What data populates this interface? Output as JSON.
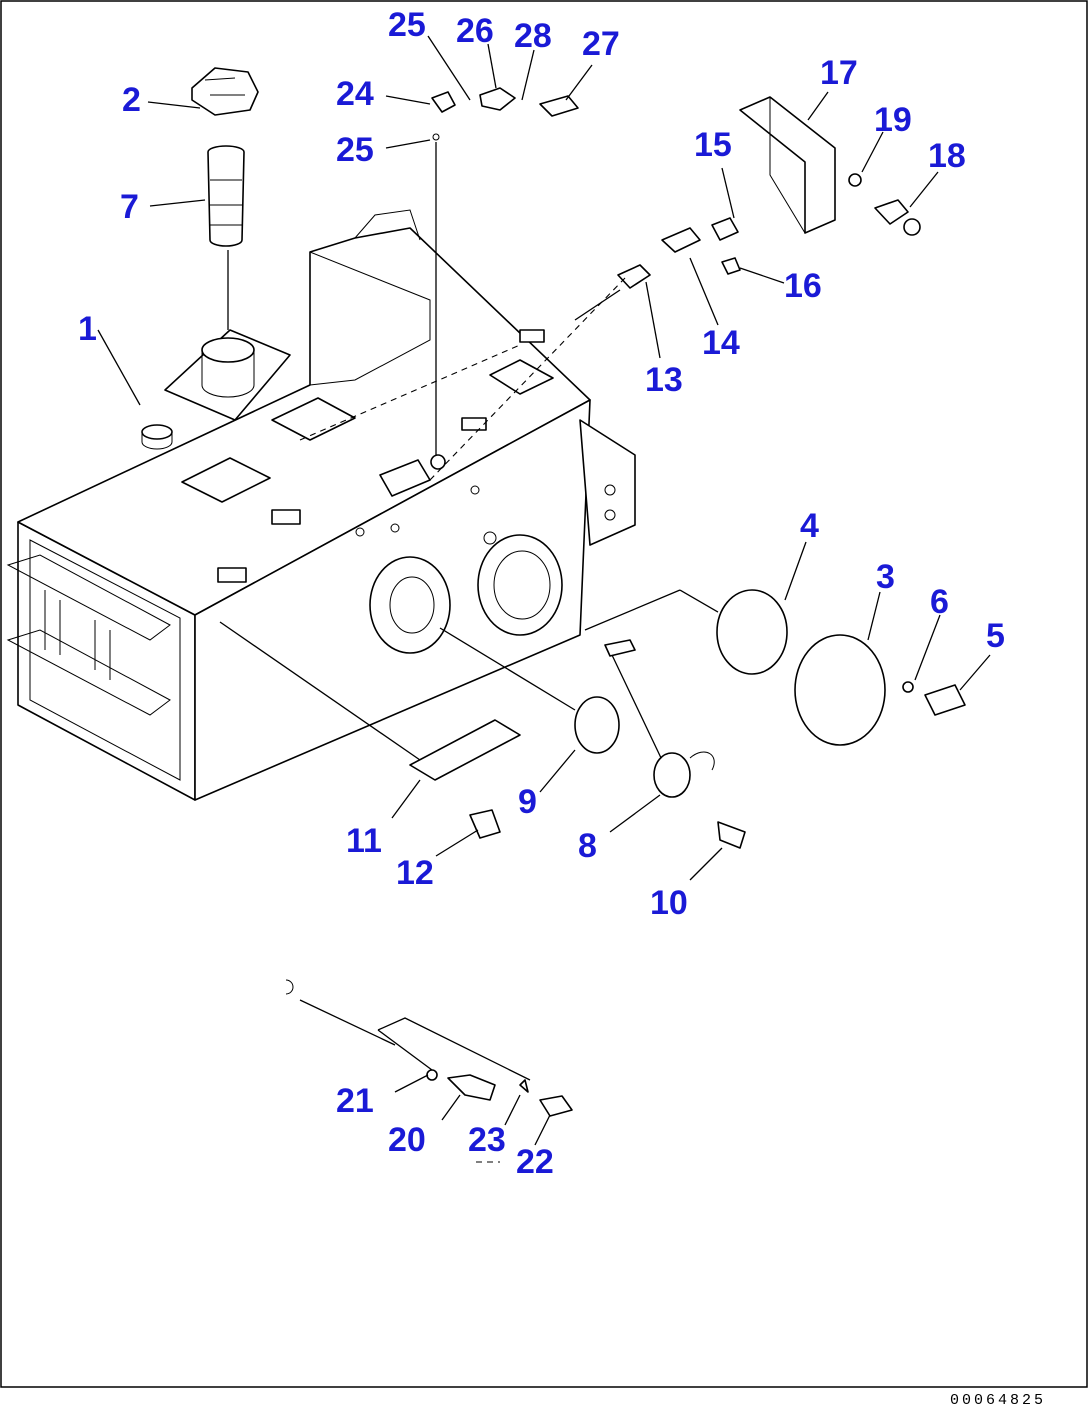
{
  "drawing_id": "00064825",
  "callouts": [
    {
      "id": "c1",
      "label": "1"
    },
    {
      "id": "c2",
      "label": "2"
    },
    {
      "id": "c3",
      "label": "3"
    },
    {
      "id": "c4",
      "label": "4"
    },
    {
      "id": "c5",
      "label": "5"
    },
    {
      "id": "c6",
      "label": "6"
    },
    {
      "id": "c7",
      "label": "7"
    },
    {
      "id": "c8",
      "label": "8"
    },
    {
      "id": "c9",
      "label": "9"
    },
    {
      "id": "c10",
      "label": "10"
    },
    {
      "id": "c11",
      "label": "11"
    },
    {
      "id": "c12",
      "label": "12"
    },
    {
      "id": "c13",
      "label": "13"
    },
    {
      "id": "c14",
      "label": "14"
    },
    {
      "id": "c15",
      "label": "15"
    },
    {
      "id": "c16",
      "label": "16"
    },
    {
      "id": "c17",
      "label": "17"
    },
    {
      "id": "c18",
      "label": "18"
    },
    {
      "id": "c19",
      "label": "19"
    },
    {
      "id": "c20",
      "label": "20"
    },
    {
      "id": "c21",
      "label": "21"
    },
    {
      "id": "c22",
      "label": "22"
    },
    {
      "id": "c23",
      "label": "23"
    },
    {
      "id": "c24",
      "label": "24"
    },
    {
      "id": "c25a",
      "label": "25"
    },
    {
      "id": "c25b",
      "label": "25"
    },
    {
      "id": "c26",
      "label": "26"
    },
    {
      "id": "c27",
      "label": "27"
    },
    {
      "id": "c28",
      "label": "28"
    }
  ]
}
